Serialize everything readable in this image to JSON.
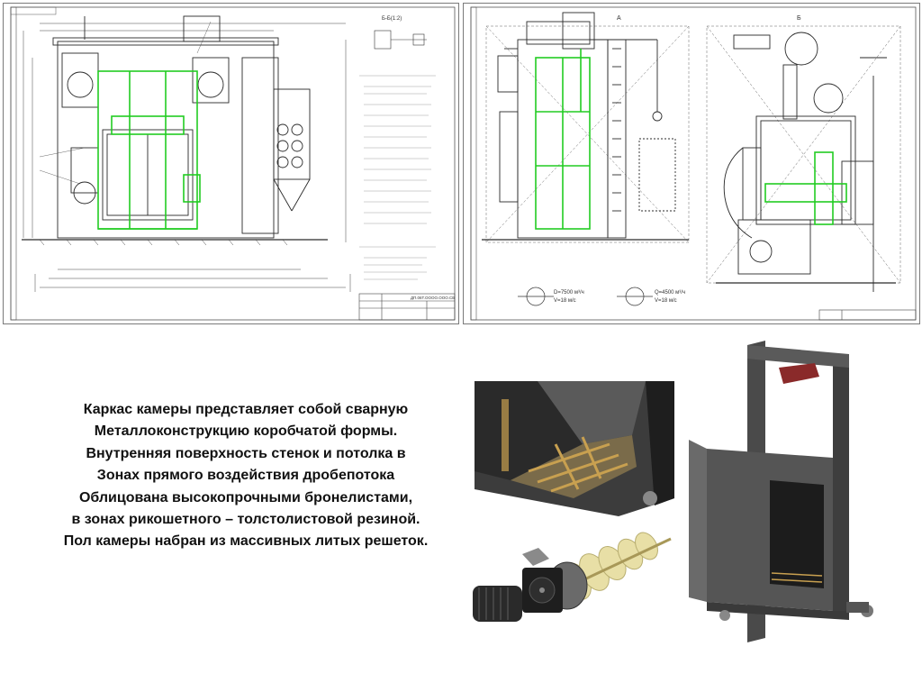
{
  "drawings": {
    "left_sheet": {
      "view_label": "Б-Б(1:2)",
      "title_block_code": "ДП.06Т.ОООО.ООО.СБ"
    },
    "right_sheet": {
      "view_label_a": "А",
      "view_label_b": "Б",
      "flow_left": "D=7500 м³/ч",
      "speed_left": "V=18 м/с",
      "flow_right": "Q=4500 м³/ч",
      "speed_right": "V=18 м/с"
    }
  },
  "caption": {
    "lines": [
      "Каркас камеры представляет собой сварную",
      "Металлоконструкцию коробчатой формы.",
      "Внутренняя поверхность стенок и потолка в",
      "Зонах прямого воздействия дробепотока",
      "Облицована высокопрочными бронелистами,",
      "в зонах рикошетного – толстолистовой резиной.",
      "Пол камеры набран из массивных литых решеток."
    ]
  },
  "colors": {
    "drawing_line": "#2a2a2a",
    "highlight_green": "#22cc22",
    "steel_dark": "#4a4a4a",
    "brass": "#b58a3a",
    "auger_cream": "#e8dfa6",
    "beam_red": "#8a2a2a"
  }
}
